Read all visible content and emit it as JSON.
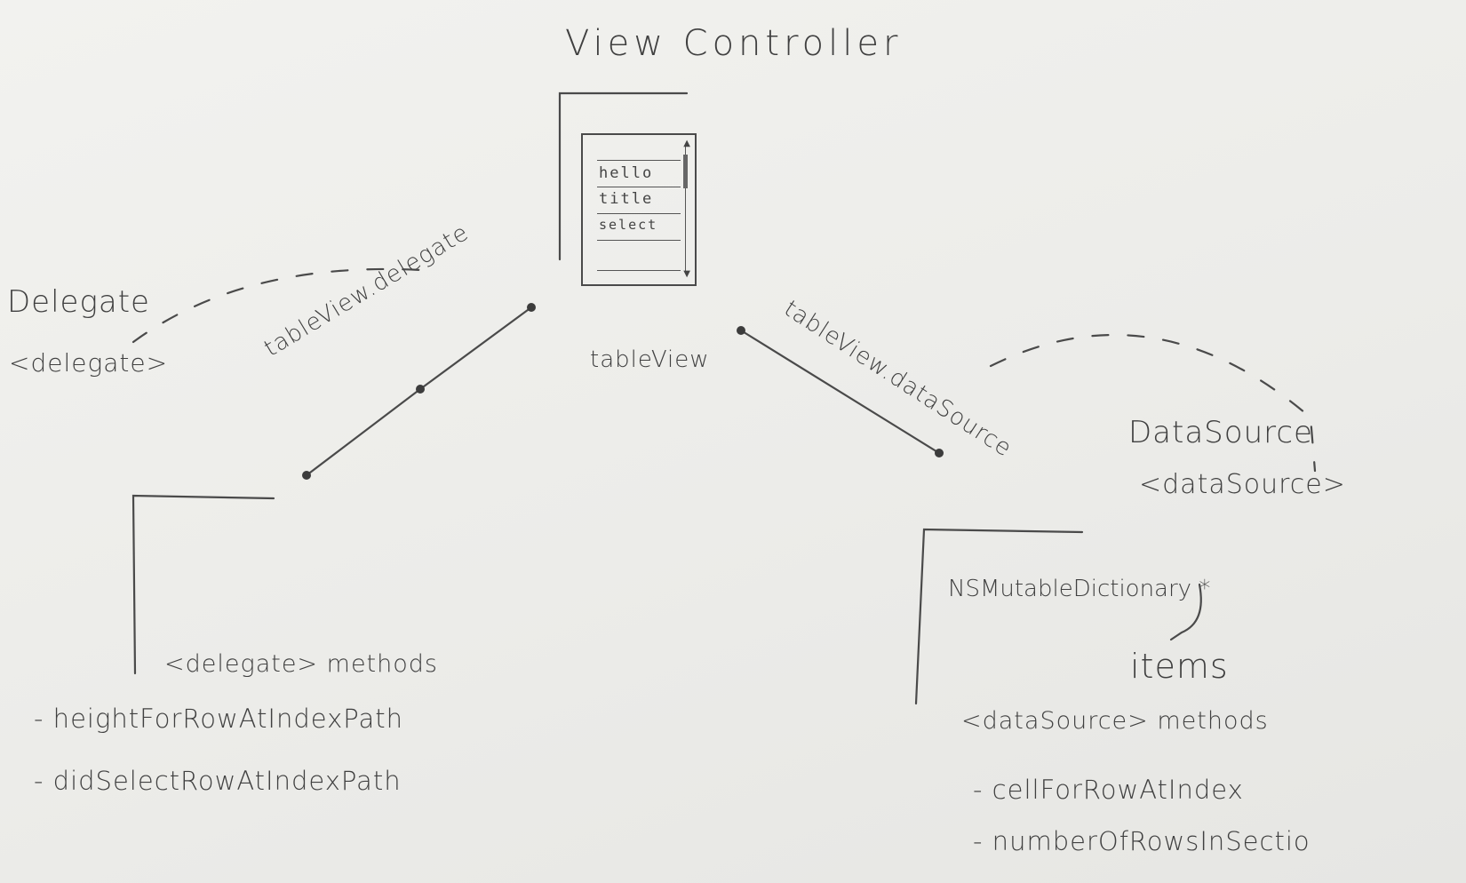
{
  "title": "View Controller",
  "table_view": {
    "rows": [
      "hello",
      "title",
      "select"
    ],
    "label": "tableView"
  },
  "delegate": {
    "name": "Delegate",
    "protocol": "<delegate>",
    "connector_label": "tableView.delegate",
    "methods_heading": "<delegate> methods",
    "methods": [
      "- heightForRowAtIndexPath",
      "- didSelectRowAtIndexPath"
    ]
  },
  "data_source": {
    "name": "DataSource",
    "protocol": "<dataSource>",
    "connector_label": "tableView.dataSource",
    "property_type": "NSMutableDictionary *",
    "property_name": "items",
    "methods_heading": "<dataSource> methods",
    "methods": [
      "- cellForRowAtIndex",
      "- numberOfRowsInSectio"
    ]
  },
  "colors": {
    "ink": "#3c3c3c",
    "paper": "#efefec"
  }
}
